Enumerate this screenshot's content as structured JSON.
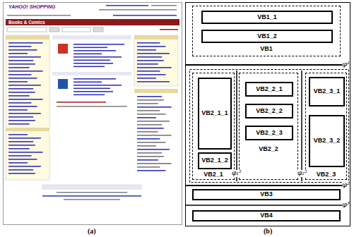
{
  "diagram": {
    "nodes": [
      {
        "text": [
          "VB1"
        ]
      },
      {
        "text": [
          "VB1_1"
        ],
        "in": 0
      },
      {
        "text": [
          "VB1_2"
        ],
        "in": 0
      },
      {
        "text": [
          "VB2_1"
        ]
      },
      {
        "text": [
          "VB2_1_1"
        ],
        "in": 3
      },
      {
        "text": [
          "VB2_1_2"
        ],
        "in": 3
      },
      {
        "text": [
          "VB2_2"
        ]
      },
      {
        "text": [
          "VB2_2_1"
        ],
        "in": 6
      },
      {
        "text": [
          "VB2_2_2"
        ],
        "in": 6
      },
      {
        "text": [
          "VB2_2_3"
        ],
        "in": 6
      },
      {
        "text": [
          "VB2_3"
        ]
      },
      {
        "text": [
          "VB2_3_1"
        ],
        "in": 10
      },
      {
        "text": [
          "VB2_3_2"
        ],
        "in": 10
      },
      {
        "text": [
          "VB3"
        ]
      },
      {
        "text": [
          "VB4"
        ]
      }
    ],
    "labels": [
      "YAHOO! SHOPPING",
      "Books & Comics",
      "φ¹",
      "φ₁²",
      "φ₂²",
      "φ²",
      "φ³",
      "(a)",
      "(b)"
    ]
  }
}
